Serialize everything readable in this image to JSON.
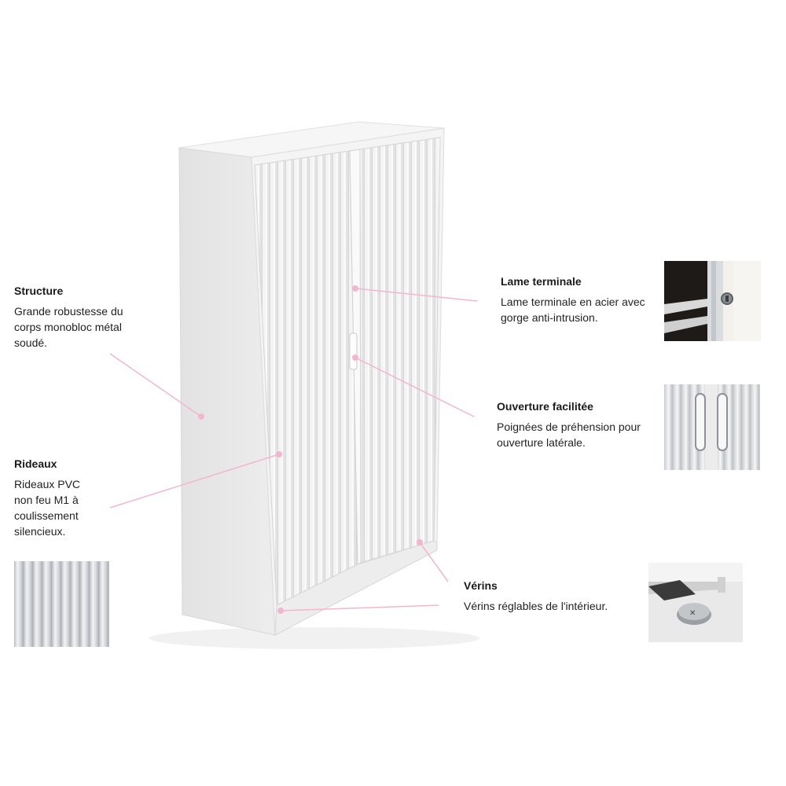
{
  "features": {
    "structure": {
      "title": "Structure",
      "body": "Grande robustesse du corps monobloc métal soudé."
    },
    "rideaux": {
      "title": "Rideaux",
      "body": "Rideaux PVC non feu M1 à coulissement silencieux."
    },
    "lame": {
      "title": "Lame terminale",
      "body": "Lame terminale en acier avec gorge anti-intrusion."
    },
    "ouverture": {
      "title": "Ouverture facilitée",
      "body": "Poignées de préhension pour ouverture latérale."
    },
    "verins": {
      "title": "Vérins",
      "body": "Vérins réglables de l'intérieur."
    }
  },
  "colors": {
    "accent": "#f4b6cf",
    "cabinet_front": "#f3f3f3",
    "cabinet_side": "#e7e7e7",
    "text": "#222222"
  },
  "icons": [
    "callout-dot",
    "pvc-slat-texture",
    "lock-detail",
    "handle-detail",
    "leveling-foot-detail"
  ]
}
